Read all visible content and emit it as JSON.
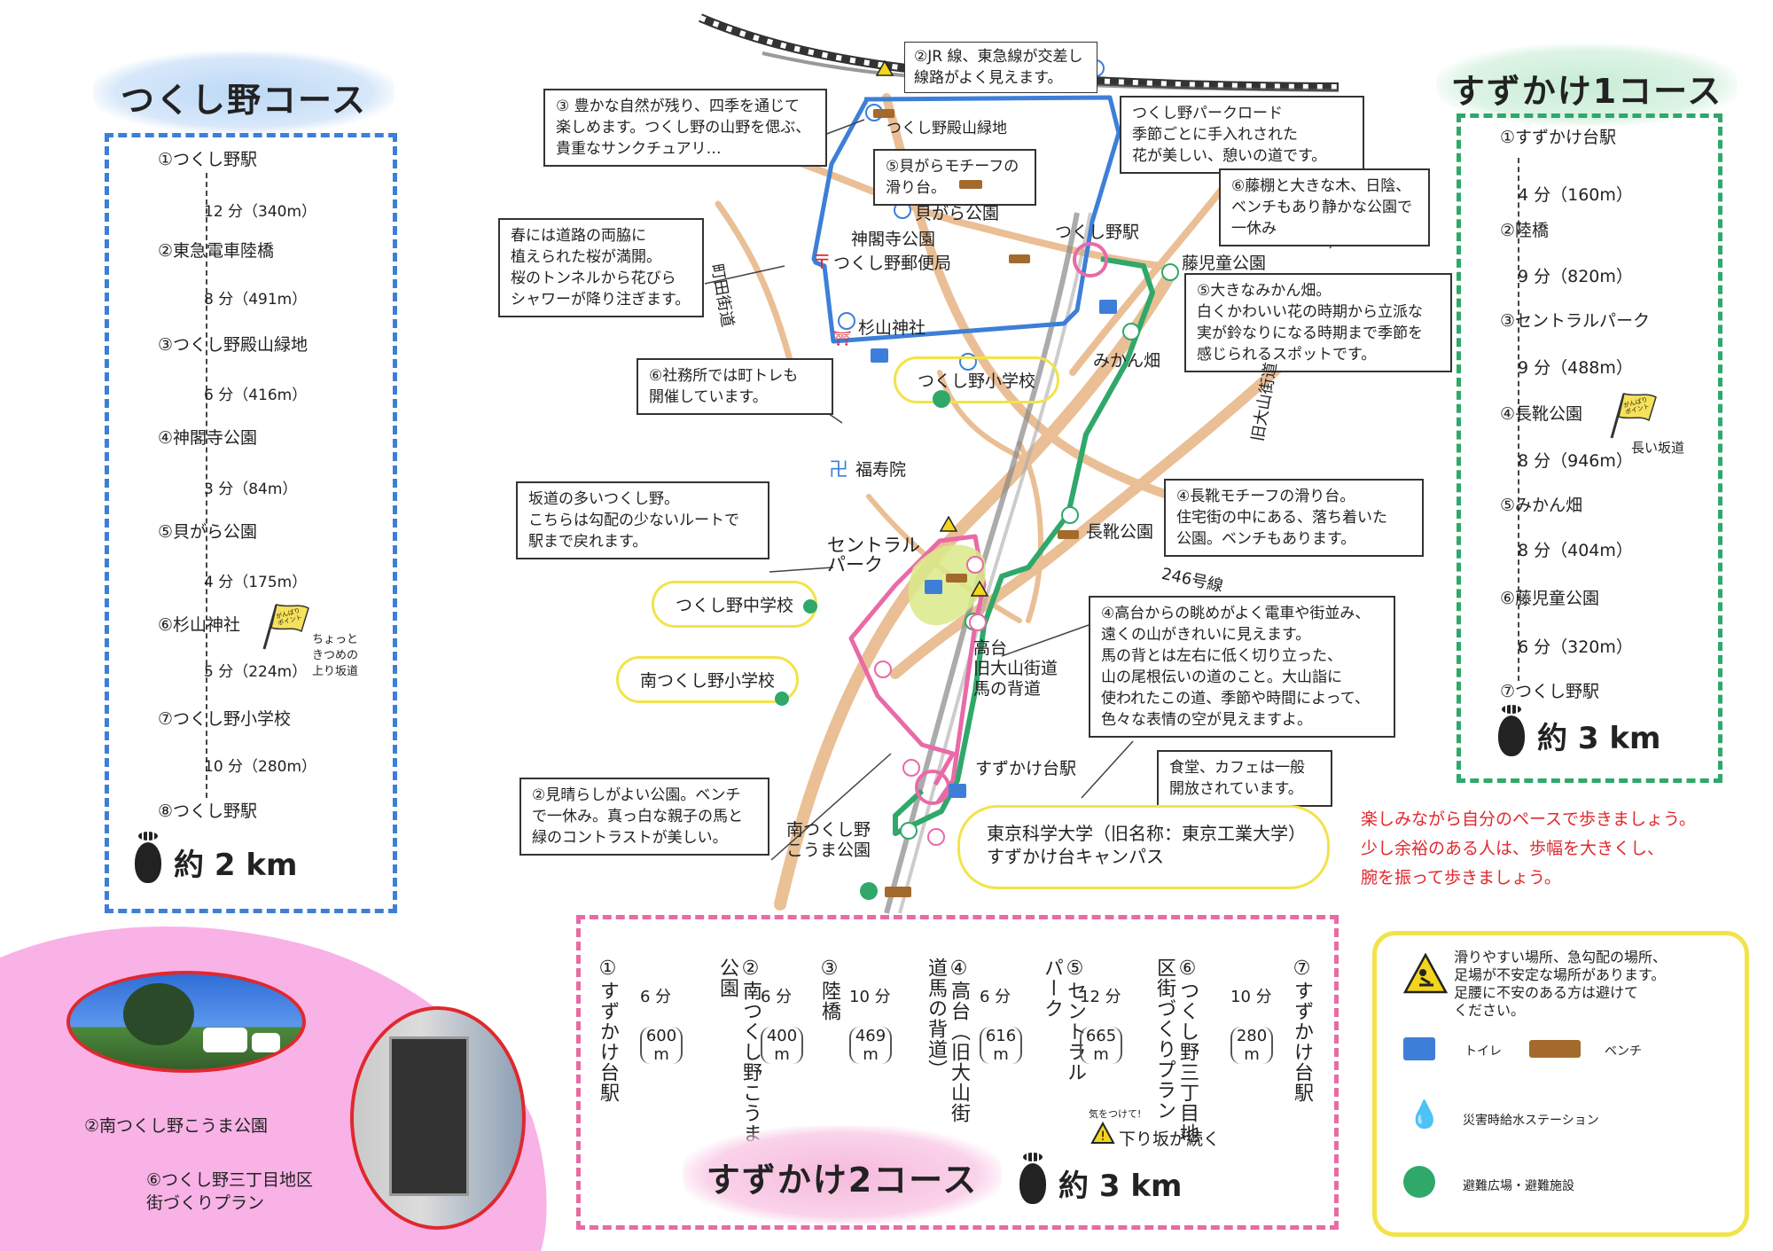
{
  "courses": {
    "tsukushino": {
      "title": "つくし野コース",
      "stops": [
        "①つくし野駅",
        "②東急電車陸橋",
        "③つくし野殿山緑地",
        "④神閣寺公園",
        "⑤貝がら公園",
        "⑥杉山神社",
        "⑦つくし野小学校",
        "⑧つくし野駅"
      ],
      "legs": [
        "12 分（340m）",
        "8 分（491m）",
        "6 分（416m）",
        "3 分（84m）",
        "4 分（175m）",
        "5 分（224m）",
        "10 分（280m）"
      ],
      "total": "約 2 km",
      "flag_label": "がんばり\nポイント",
      "flag_note": "ちょっと\nきつめの\n上り坂道",
      "color": "#3d7fd8"
    },
    "suzukake1": {
      "title": "すずかけ1コース",
      "stops": [
        "①すずかけ台駅",
        "②陸橋",
        "③セントラルパーク",
        "④長靴公園",
        "⑤みかん畑",
        "⑥藤児童公園",
        "⑦つくし野駅"
      ],
      "legs": [
        "4 分（160m）",
        "9 分（820m）",
        "9 分（488m）",
        "8 分（946m）",
        "8 分（404m）",
        "6 分（320m）"
      ],
      "total": "約 3 km",
      "flag_label": "がんばり\nポイント",
      "flag_note": "長い坂道",
      "color": "#2fa86a"
    },
    "suzukake2": {
      "title": "すずかけ2コース",
      "stops": [
        "①すずかけ台駅",
        "②南つくし野こうま公園",
        "③陸橋",
        "④高台（旧大山街道馬の背道）",
        "⑤セントラルパーク",
        "⑥つくし野三丁目地区街づくりプラン",
        "⑦すずかけ台駅"
      ],
      "legs": [
        {
          "time": "6 分",
          "dist": "600 m"
        },
        {
          "time": "6 分",
          "dist": "400 m"
        },
        {
          "time": "10 分",
          "dist": "469 m"
        },
        {
          "time": "6 分",
          "dist": "616 m"
        },
        {
          "time": "12 分",
          "dist": "665 m"
        },
        {
          "time": "10 分",
          "dist": "280 m"
        }
      ],
      "total": "約 3 km",
      "caution_label": "気をつけて!",
      "caution_note": "下り坂が続く",
      "color": "#e86aa6"
    }
  },
  "callouts": {
    "c1": "②JR 線、東急線が交差し\n線路がよく見えます。",
    "c2": "③ 豊かな自然が残り、四季を通じて\n楽しめます。つくし野の山野を偲ぶ、\n貴重なサンクチュアリ…",
    "c3": "つくし野パークロード\n季節ごとに手入れされた\n花が美しい、憩いの道です。",
    "c4": "⑤貝がらモチーフの\n滑り台。",
    "c5": "⑥藤棚と大きな木、日陰、\nベンチもあり静かな公園で\n一休み",
    "c6": "春には道路の両脇に\n植えられた桜が満開。\n桜のトンネルから花びら\nシャワーが降り注ぎます。",
    "c7": "⑤大きなみかん畑。\n白くかわいい花の時期から立派な\n実が鈴なりになる時期まで季節を\n感じられるスポットです。",
    "c8": "⑥社務所では町トレも\n開催しています。",
    "c9": "坂道の多いつくし野。\nこちらは勾配の少ないルートで\n駅まで戻れます。",
    "c10": "④長靴モチーフの滑り台。\n住宅街の中にある、落ち着いた\n公園。ベンチもあります。",
    "c11": "④高台からの眺めがよく電車や街並み、\n遠くの山がきれいに見えます。\n馬の背とは左右に低く切り立った、\n山の尾根伝いの道のこと。大山詣に\n使われたこの道、季節や時間によって、\n色々な表情の空が見えますよ。",
    "c12": "食堂、カフェは一般\n開放されています。",
    "c13": "②見晴らしがよい公園。ベンチ\nで一休み。真っ白な親子の馬と\n緑のコントラストが美しい。"
  },
  "map_labels": {
    "tonoyama": "つくし野殿山緑地",
    "kaigara": "貝がら公園",
    "shinkakuji": "神閣寺公園",
    "post": "つくし野郵便局",
    "station_tsukushino": "つくし野駅",
    "fuji_park": "藤児童公園",
    "sugiyama": "杉山神社",
    "mikan": "みかん畑",
    "elem_school": "つくし野小学校",
    "fukujuin": "福寿院",
    "central_park": "セントラル\nパーク",
    "nagagutsu": "長靴公園",
    "route246": "246号線",
    "jhs": "つくし野中学校",
    "south_elem": "南つくし野小学校",
    "takadai": "高台\n旧大山街道\n馬の背道",
    "station_suzukake": "すずかけ台駅",
    "komapark": "南つくし野\nこうま公園",
    "campus": "東京科学大学（旧名称：東京工業大学）\nすずかけ台キャンパス",
    "old_oyama_road": "旧大山街道",
    "machida_road": "町田街道"
  },
  "advice": "楽しみながら自分のペースで歩きましょう。\n少し余裕のある人は、歩幅を大きくし、\n腕を振って歩きましょう。",
  "legend": {
    "warning": "滑りやすい場所、急勾配の場所、\n足場が不安定な場所があります。\n足腰に不安のある方は避けて\nください。",
    "toilet": "トイレ",
    "bench": "ベンチ",
    "water": "災害時給水ステーション",
    "evac": "避難広場・避難施設"
  },
  "photos": {
    "komapark_caption": "②南つくし野こうま公園",
    "plan_caption": "⑥つくし野三丁目地区\n街づくりプラン"
  },
  "colors": {
    "pink_bg": "#f8b2e6",
    "blue_route": "#3d7fd8",
    "green_route": "#2fa86a",
    "pink_route": "#e86aa6",
    "road": "#e8b98a",
    "rail": "#333333",
    "yellow": "#f2e34a",
    "red_text": "#e0282e"
  }
}
